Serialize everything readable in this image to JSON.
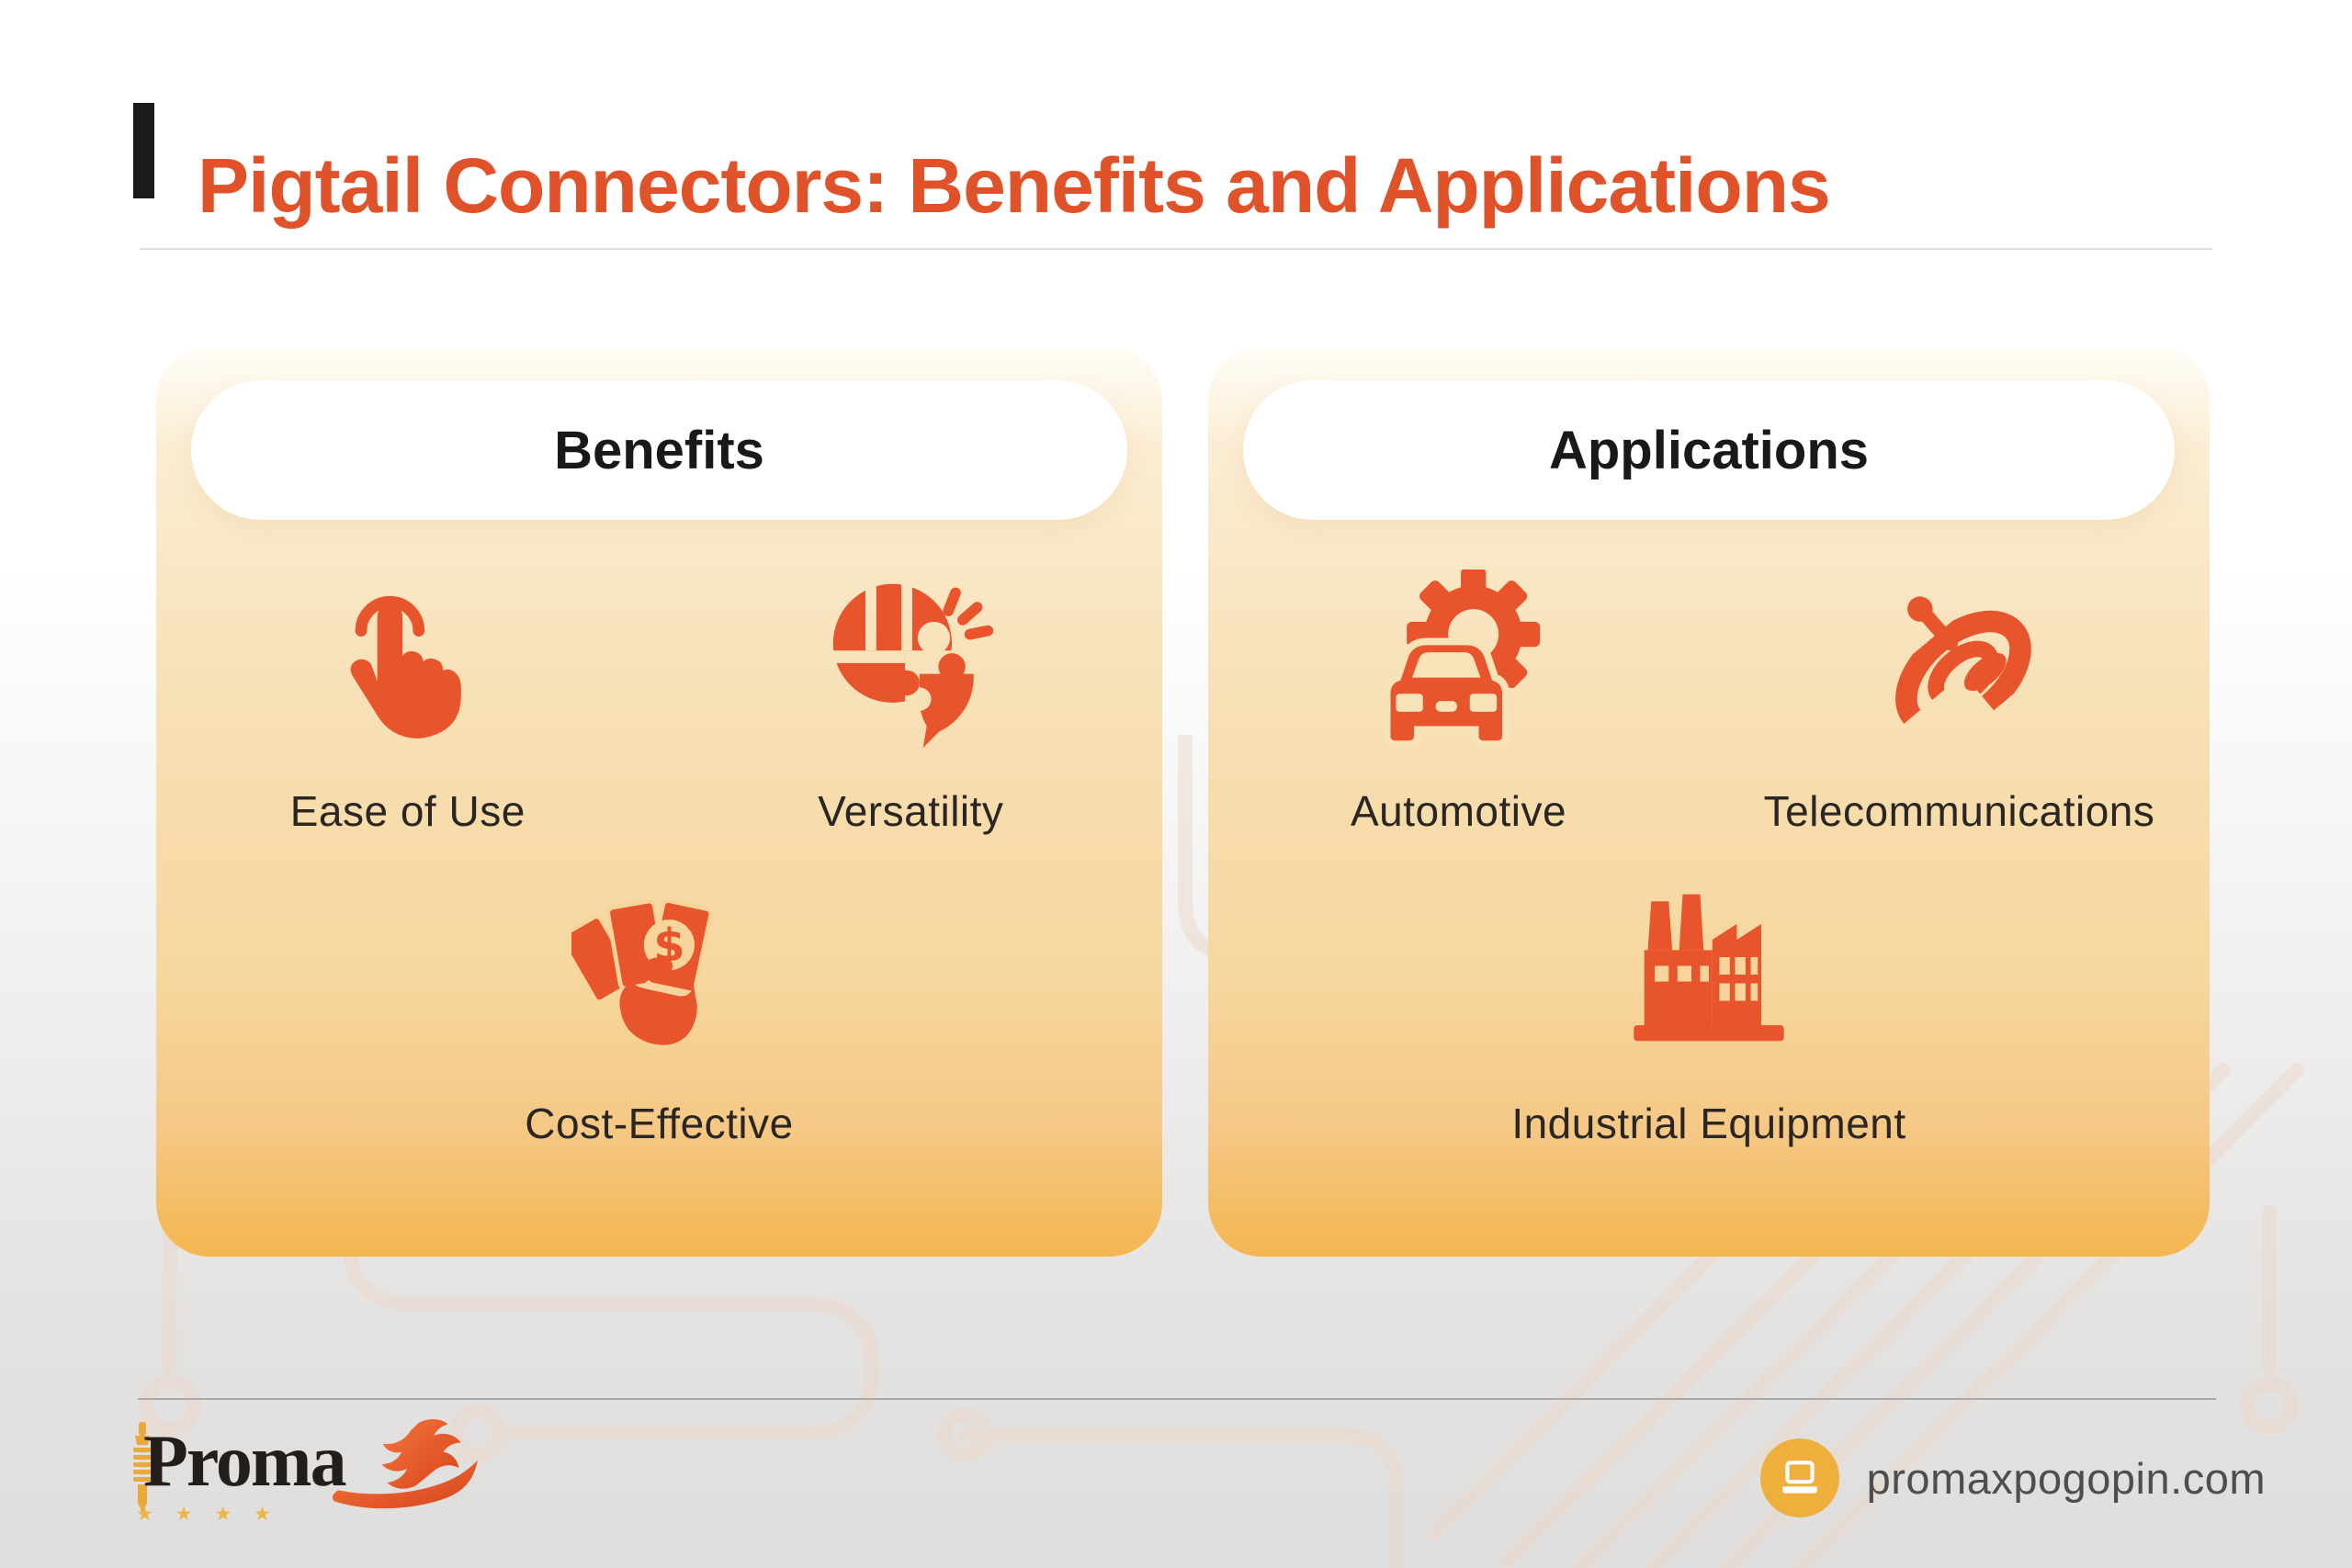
{
  "header": {
    "title": "Pigtail Connectors: Benefits and Applications"
  },
  "cards": [
    {
      "title": "Benefits",
      "items": [
        {
          "label": "Ease of Use",
          "icon": "tap-finger-icon"
        },
        {
          "label": "Versatility",
          "icon": "puzzle-head-icon"
        },
        {
          "label": "Cost-Effective",
          "icon": "money-in-hand-icon"
        }
      ]
    },
    {
      "title": "Applications",
      "items": [
        {
          "label": "Automotive",
          "icon": "car-gear-icon"
        },
        {
          "label": "Telecommunications",
          "icon": "satellite-dish-icon"
        },
        {
          "label": "Industrial Equipment",
          "icon": "factory-icon"
        }
      ]
    }
  ],
  "footer": {
    "logo_text": "Proma",
    "logo_mark": "phoenix-x-icon",
    "logo_stars": "★ ★ ★ ★",
    "website": "promaxpogopin.com",
    "website_icon": "laptop-icon"
  },
  "glyphs": {
    "dollar": "$"
  },
  "colors": {
    "accent_orange": "#E0532A",
    "icon_orange": "#E8542B",
    "card_amber_bottom": "#F4B64F",
    "badge_yellow": "#EFAF3C",
    "bar_black": "#1A1A1A",
    "text_dark": "#191919"
  }
}
